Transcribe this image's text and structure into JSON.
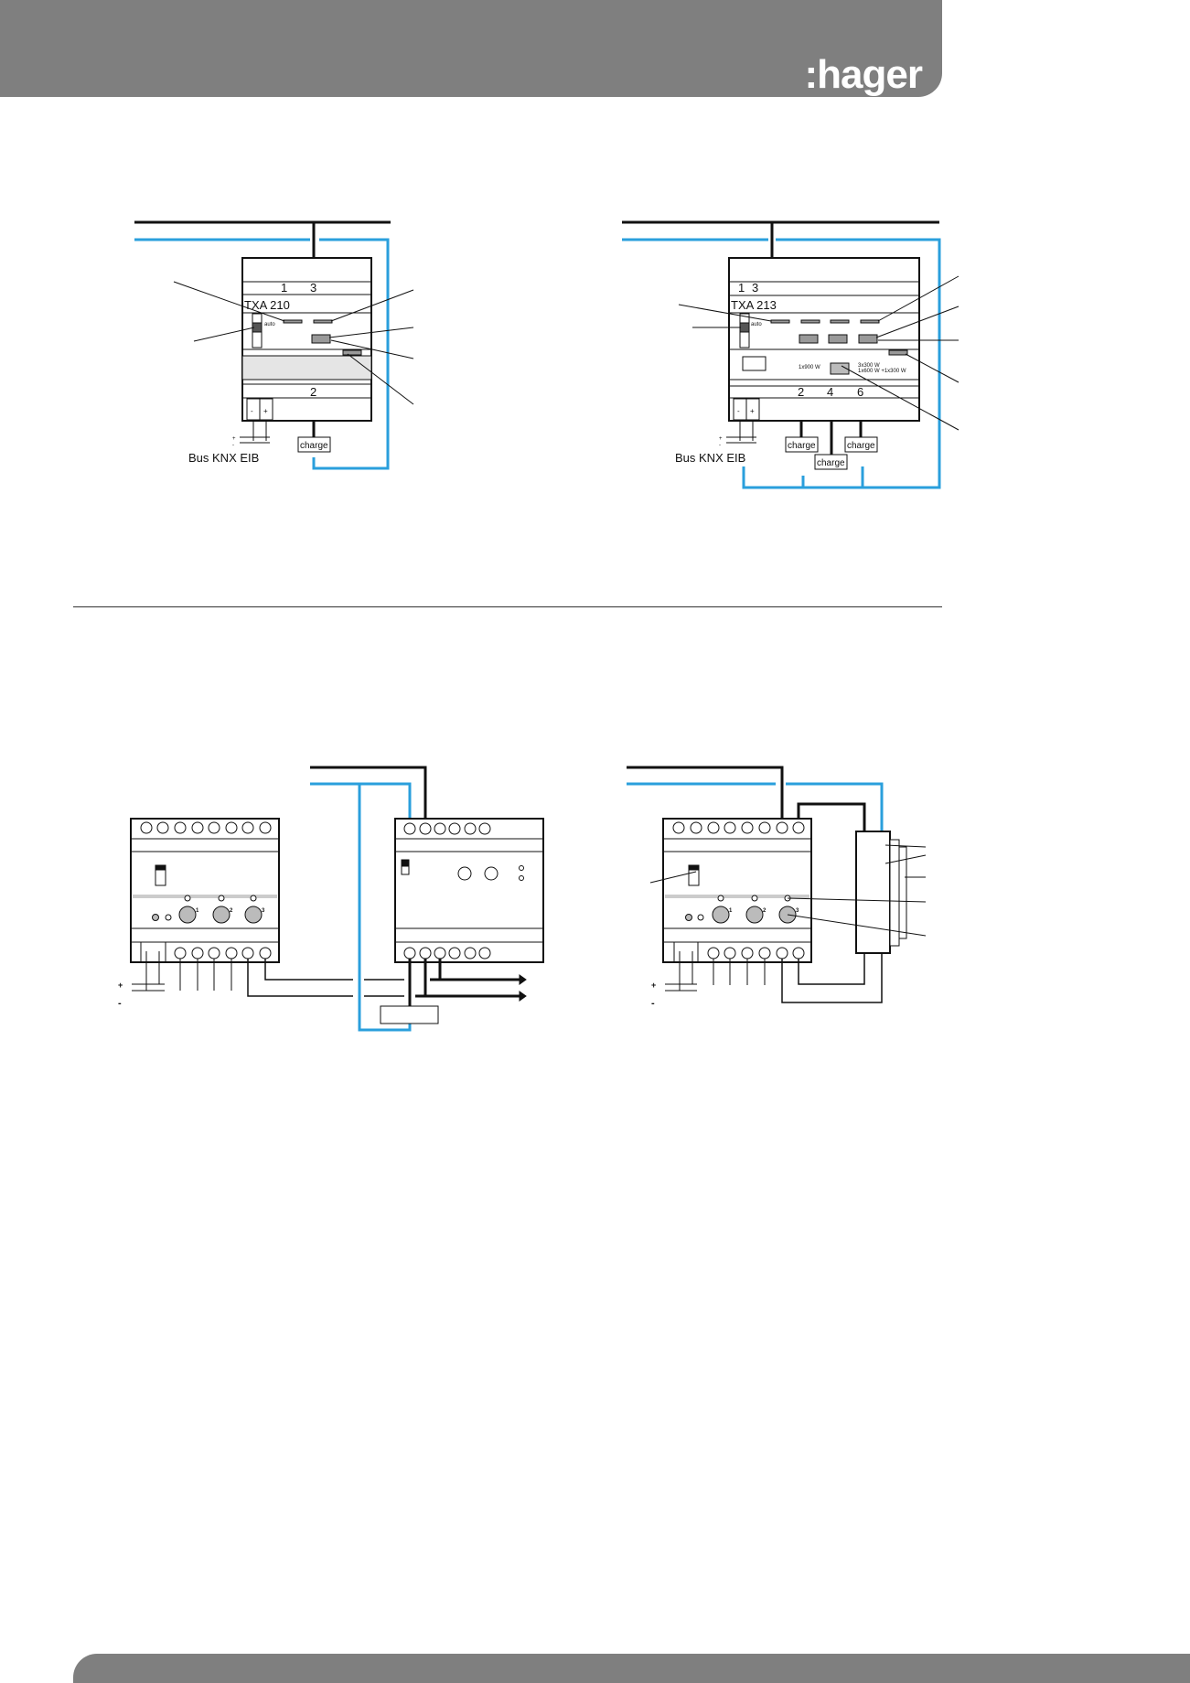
{
  "brand": {
    "logo": ":hager"
  },
  "colors": {
    "header": "#7f7f7f",
    "bus_wire": "#2a9fdc",
    "wire": "#111111"
  },
  "diagram1": {
    "model": "TXA 210",
    "top_terminals": [
      "1",
      "3"
    ],
    "bottom_terminal": "2",
    "switch_label": "auto",
    "minus": "-",
    "plus": "+",
    "load": "charge",
    "bus_label": "Bus KNX EIB",
    "pol_plus": "+",
    "pol_minus": "-"
  },
  "diagram2": {
    "model": "TXA 213",
    "top_terminals": [
      "1",
      "3"
    ],
    "bottom_terminals": [
      "2",
      "4",
      "6"
    ],
    "switch_label": "auto",
    "minus": "-",
    "plus": "+",
    "load": "charge",
    "bus_label": "Bus KNX EIB",
    "mode_a": "1x900 W",
    "mode_b": "3x300 W",
    "mode_c": "1x600 W +1x300 W",
    "pol_plus": "+",
    "pol_minus": "-"
  },
  "diagram3": {
    "buttons": [
      "1",
      "2",
      "3"
    ],
    "pol_plus": "+",
    "pol_minus": "-"
  },
  "diagram4": {
    "buttons": [
      "1",
      "2",
      "3"
    ],
    "pol_plus": "+",
    "pol_minus": "-"
  }
}
